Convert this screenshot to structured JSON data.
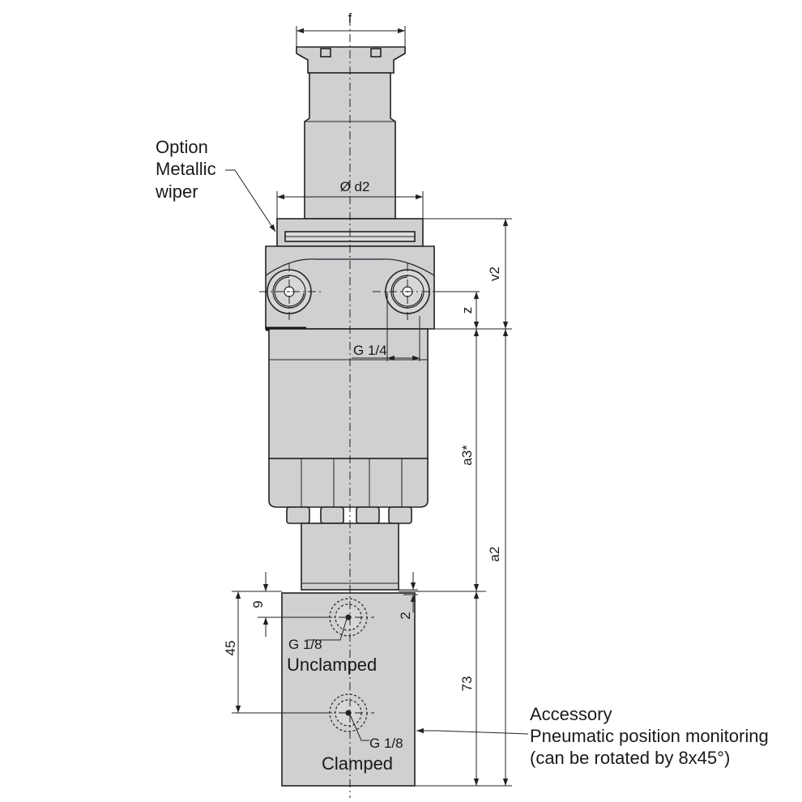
{
  "diagram": {
    "dimensions": {
      "f": "f",
      "d2": "Ø d2",
      "v2": "v2",
      "z": "z",
      "g14": "G 1/4",
      "a3": "a3*",
      "a2": "a2",
      "nine": "9",
      "two": "2",
      "fortyfive": "45",
      "seventythree": "73"
    },
    "callouts": {
      "wiper_line1": "Option",
      "wiper_line2": "Metallic",
      "wiper_line3": "wiper",
      "port_top_thread": "G 1/8",
      "port_top_label": "Unclamped",
      "port_bottom_thread": "G 1/8",
      "port_bottom_label": "Clamped",
      "accessory_line1": "Accessory",
      "accessory_line2": "Pneumatic position monitoring",
      "accessory_line3": "(can be rotated by 8x45°)"
    }
  }
}
